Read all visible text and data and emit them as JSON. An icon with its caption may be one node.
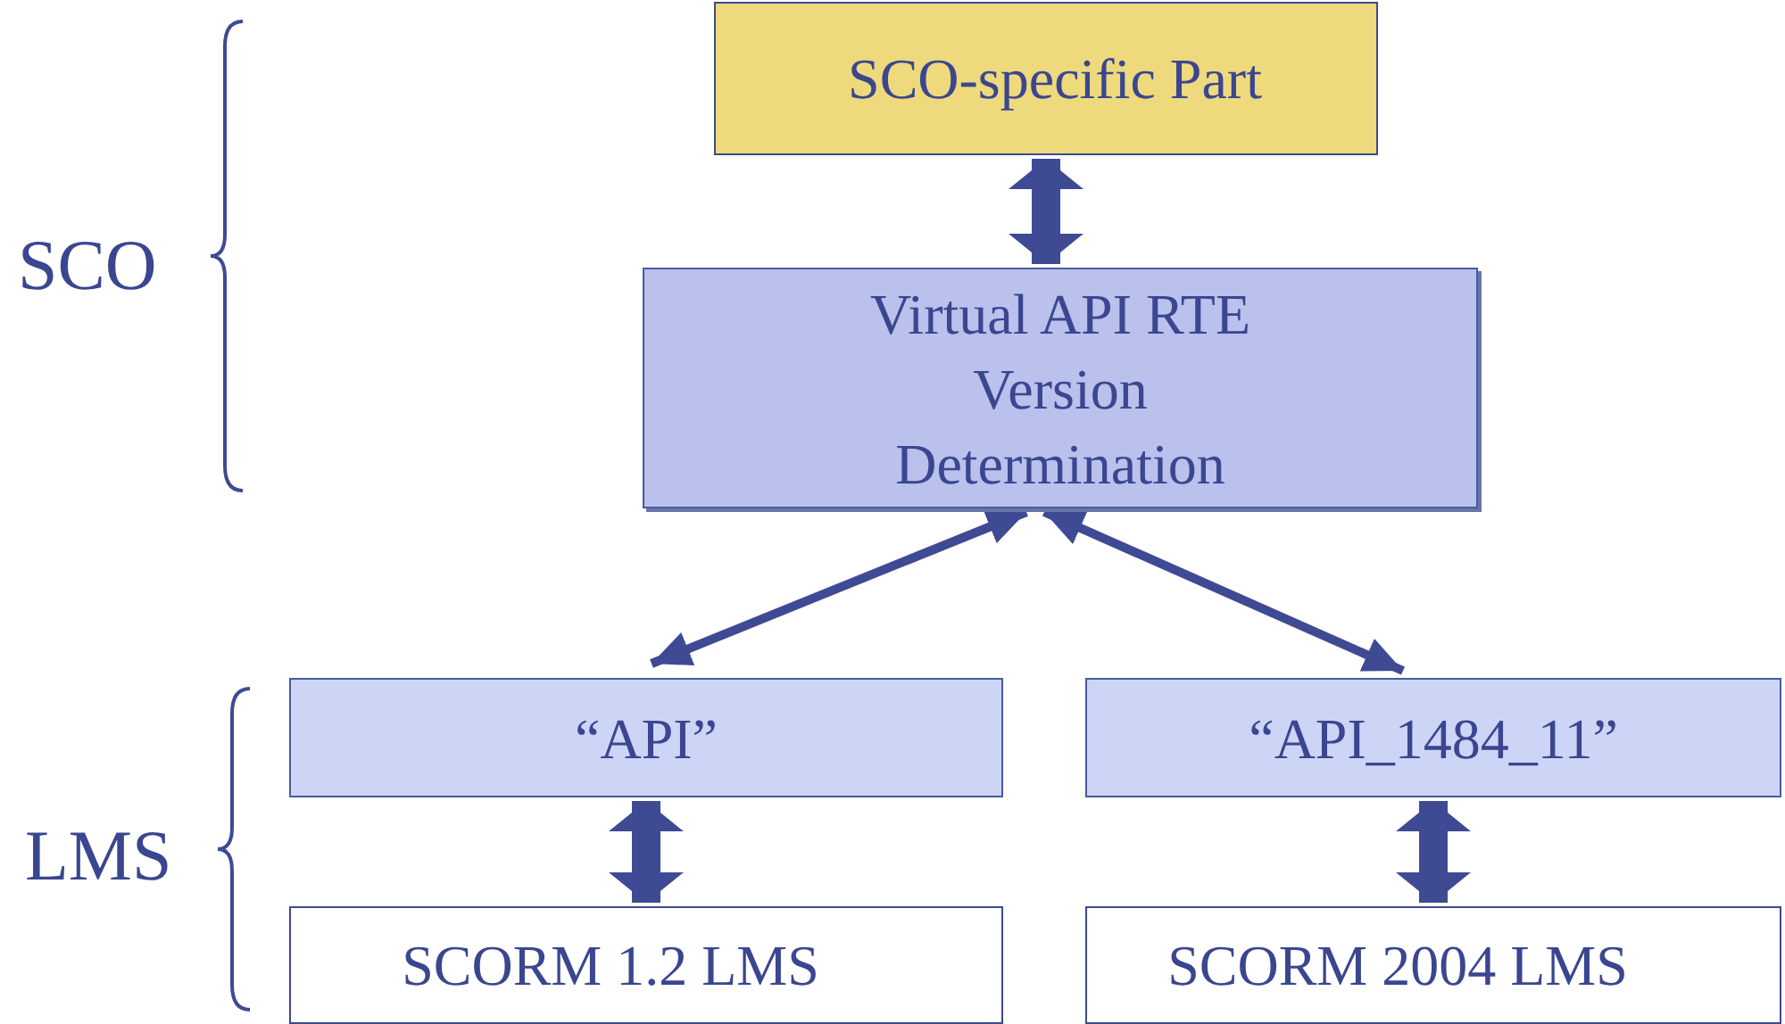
{
  "diagram": {
    "nodes": [
      {
        "text": [
          "SCO-specific Part"
        ]
      },
      {
        "text": [
          "Virtual API RTE Version Determination"
        ]
      },
      {
        "text": [
          "“API”"
        ]
      },
      {
        "text": [
          "“API_1484_11”"
        ]
      },
      {
        "text": [
          "SCORM 1.2 LMS"
        ]
      },
      {
        "text": [
          "SCORM 2004 LMS"
        ]
      }
    ],
    "edges": [
      {
        "from": 0,
        "to": 1,
        "arrow": "both"
      },
      {
        "from": 1,
        "to": 2,
        "arrow": "both"
      },
      {
        "from": 1,
        "to": 3,
        "arrow": "both"
      },
      {
        "from": 2,
        "to": 4,
        "arrow": "both"
      },
      {
        "from": 3,
        "to": 5,
        "arrow": "both"
      }
    ],
    "labels": [
      "SCO",
      "LMS"
    ]
  }
}
